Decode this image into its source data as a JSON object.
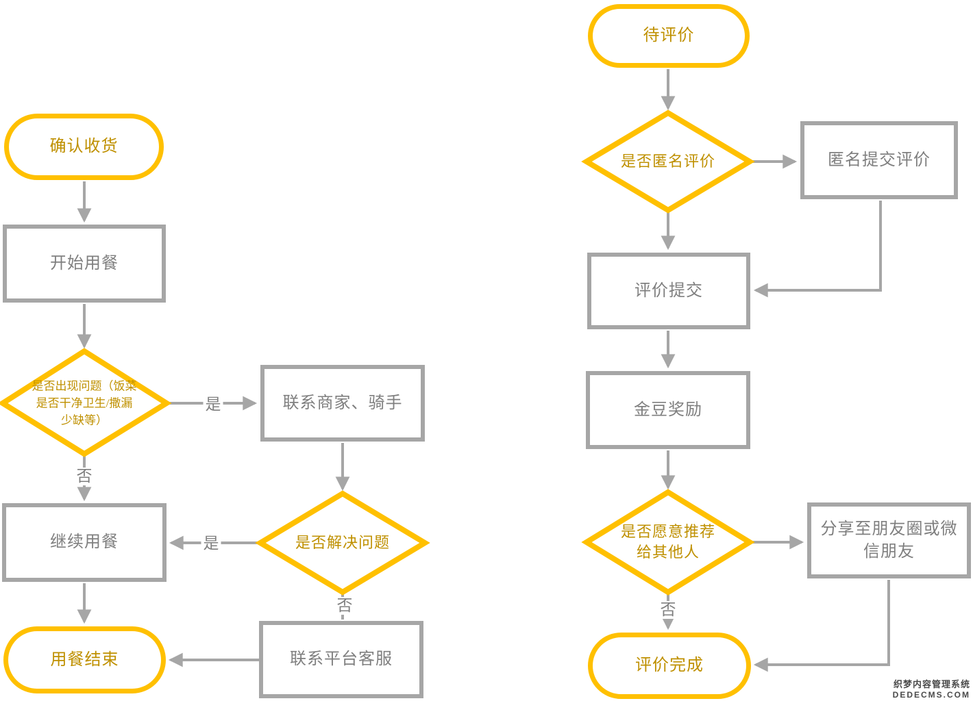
{
  "colors": {
    "accent_yellow": "#FFC000",
    "gold_text": "#BF9000",
    "gray_border": "#A6A6A6",
    "gray_text": "#7F7F7F",
    "watermark_gray": "#4A4A4A"
  },
  "left_flow": {
    "confirm_receipt": "确认收货",
    "start_meal": "开始用餐",
    "problem_decision": {
      "lines": [
        "是否出现问题（饭菜",
        "是否干净卫生/撒漏",
        "少缺等）"
      ]
    },
    "contact_merchant": "联系商家、骑手",
    "continue_meal": "继续用餐",
    "solve_decision": "是否解决问题",
    "contact_support": "联系平台客服",
    "end_meal": "用餐结束",
    "labels": {
      "problem_yes": "是",
      "problem_no": "否",
      "solve_yes": "是",
      "solve_no": "否"
    }
  },
  "right_flow": {
    "pending_review": "待评价",
    "anonymous_decision": "是否匿名评价",
    "anonymous_submit": "匿名提交评价",
    "submit_review": "评价提交",
    "bean_reward": "金豆奖励",
    "recommend_decision": {
      "lines": [
        "是否愿意推荐",
        "给其他人"
      ]
    },
    "share_wechat": {
      "lines": [
        "分享至朋友圈或微",
        "信朋友"
      ]
    },
    "review_done": "评价完成",
    "labels": {
      "recommend_no": "否"
    }
  },
  "watermark": {
    "line1": "织梦内容管理系统",
    "line2": "DEDECMS.COM"
  }
}
